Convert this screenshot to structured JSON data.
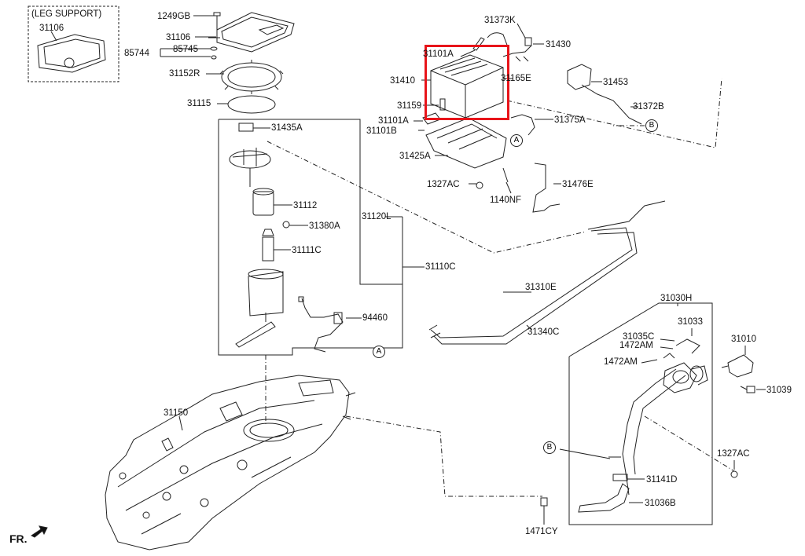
{
  "diagram": {
    "leg_support_title": "(LEG SUPPORT)",
    "parts": {
      "p31106_box": "31106",
      "p1249GB": "1249GB",
      "p31106": "31106",
      "p85745": "85745",
      "p85744": "85744",
      "p31152R": "31152R",
      "p31115": "31115",
      "p31435A": "31435A",
      "p31112": "31112",
      "p31380A": "31380A",
      "p31111C": "31111C",
      "p31120L": "31120L",
      "p31110C": "31110C",
      "p94460": "94460",
      "p31150": "31150",
      "p31373K": "31373K",
      "p31430": "31430",
      "p31101A_top": "31101A",
      "p31410": "31410",
      "p31165E": "31165E",
      "p31453": "31453",
      "p31159": "31159",
      "p31372B": "31372B",
      "p31101A": "31101A",
      "p31101B": "31101B",
      "p31375A": "31375A",
      "p31425A": "31425A",
      "p1327AC_l": "1327AC",
      "p31476E": "31476E",
      "p1140NF": "1140NF",
      "p31310E": "31310E",
      "p31340C": "31340C",
      "p31030H": "31030H",
      "p31033": "31033",
      "p31035C": "31035C",
      "p1472AM_a": "1472AM",
      "p1472AM_b": "1472AM",
      "p31010": "31010",
      "p31039": "31039",
      "p1327AC_r": "1327AC",
      "p31141D": "31141D",
      "p31036B": "31036B",
      "p1471CY": "1471CY"
    },
    "markers": {
      "A1": "A",
      "A2": "A",
      "B1": "B",
      "B2": "B"
    },
    "fr_label": "FR.",
    "highlight_color": "#e8141a"
  }
}
